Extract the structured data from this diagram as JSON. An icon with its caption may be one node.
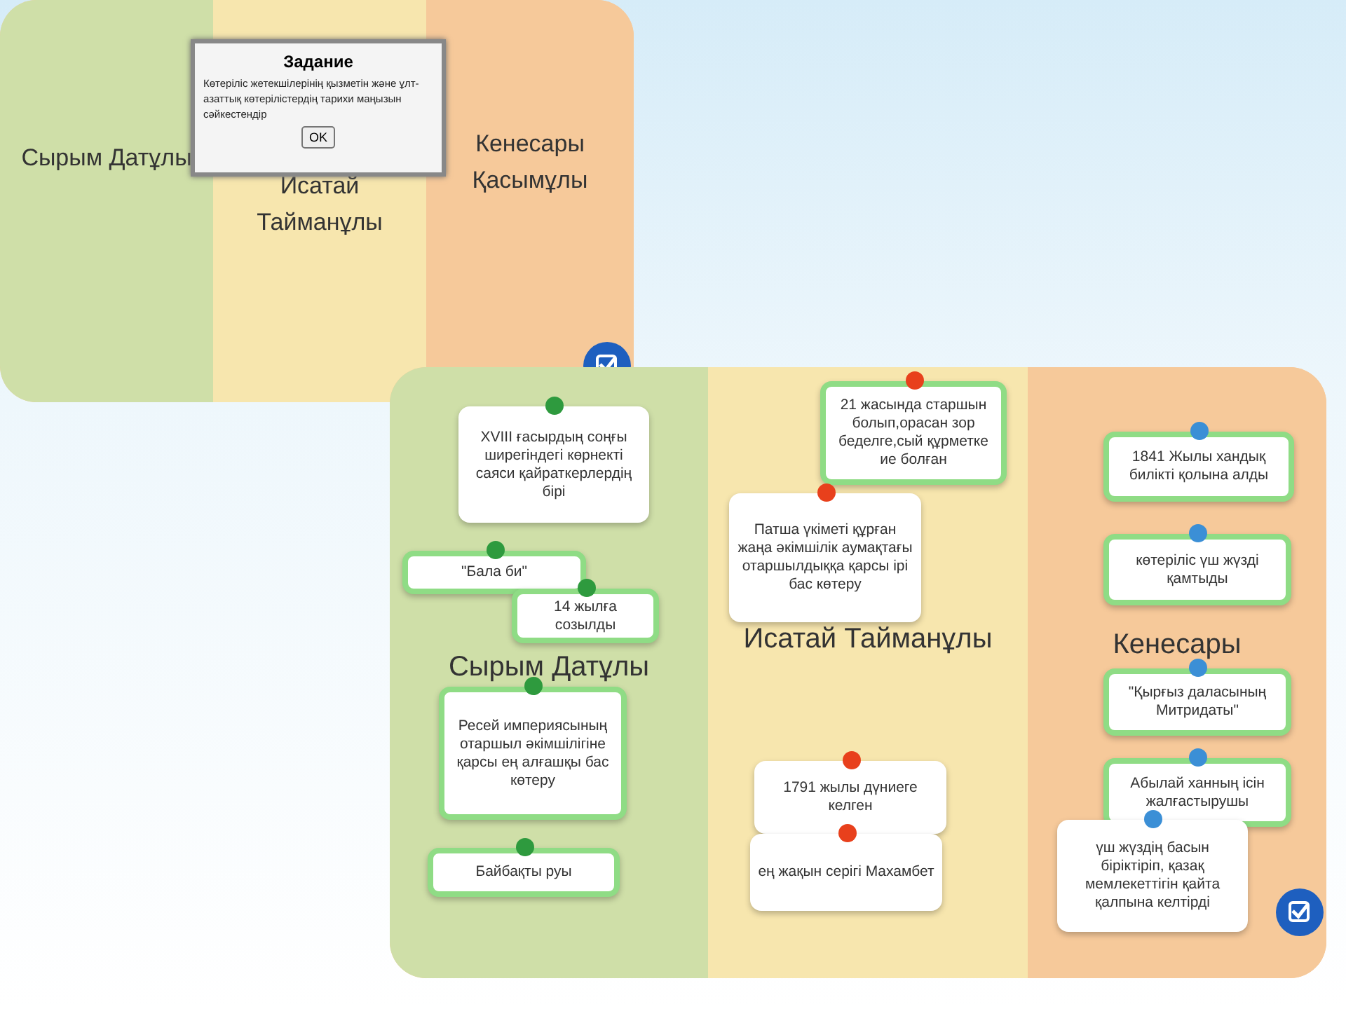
{
  "diagram": {
    "nodes": [
      {
        "text": [
          "Сырым Датұлы"
        ]
      },
      {
        "text": [
          "Исатай Тайманұлы"
        ]
      },
      {
        "text": [
          "Кенесары Қасымұлы"
        ]
      },
      {
        "text": [
          "Задание",
          "Көтеріліс жетекшілерінің қызметін және ұлт-азаттық көтерілістердің тарихи маңызын сәйкестендір"
        ]
      },
      {
        "text": [
          "Сырым Датұлы"
        ]
      },
      {
        "text": [
          "XVIII ғасырдың соңғы ширегіндегі көрнекті саяси қайраткерлердің бірі"
        ],
        "in": 4
      },
      {
        "text": [
          "\"Бала би\""
        ],
        "in": 4
      },
      {
        "text": [
          "14 жылға созылды"
        ],
        "in": 4
      },
      {
        "text": [
          "Ресей империясының отаршыл әкімшілігіне қарсы ең алғашқы бас көтеру"
        ],
        "in": 4
      },
      {
        "text": [
          "Байбақты руы"
        ],
        "in": 4
      },
      {
        "text": [
          "Исатай Тайманұлы"
        ]
      },
      {
        "text": [
          "21 жасында старшын болып,орасан зор беделге,сый құрметке ие болған"
        ],
        "in": 10
      },
      {
        "text": [
          "Патша үкіметі құрған жаңа әкімшілік аумақтағы отаршылдыққа қарсы ірі бас көтеру"
        ],
        "in": 10
      },
      {
        "text": [
          "1791 жылы дүниеге келген"
        ],
        "in": 10
      },
      {
        "text": [
          "ең жақын серігі Махамбет"
        ],
        "in": 10
      },
      {
        "text": [
          "Кенесары"
        ]
      },
      {
        "text": [
          "1841 Жылы хандық билікті қолына алды"
        ],
        "in": 15
      },
      {
        "text": [
          "көтеріліс үш жүзді қамтыды"
        ],
        "in": 15
      },
      {
        "text": [
          "\"Қырғыз даласының Митридаты\""
        ],
        "in": 15
      },
      {
        "text": [
          "Абылай ханның ісін жалғастырушы"
        ],
        "in": 15
      },
      {
        "text": [
          "үш жүздің басын біріктіріп, қазақ мемлекеттігін қайта қалпына келтірді"
        ],
        "in": 15
      }
    ],
    "labels": [
      "OK"
    ]
  }
}
